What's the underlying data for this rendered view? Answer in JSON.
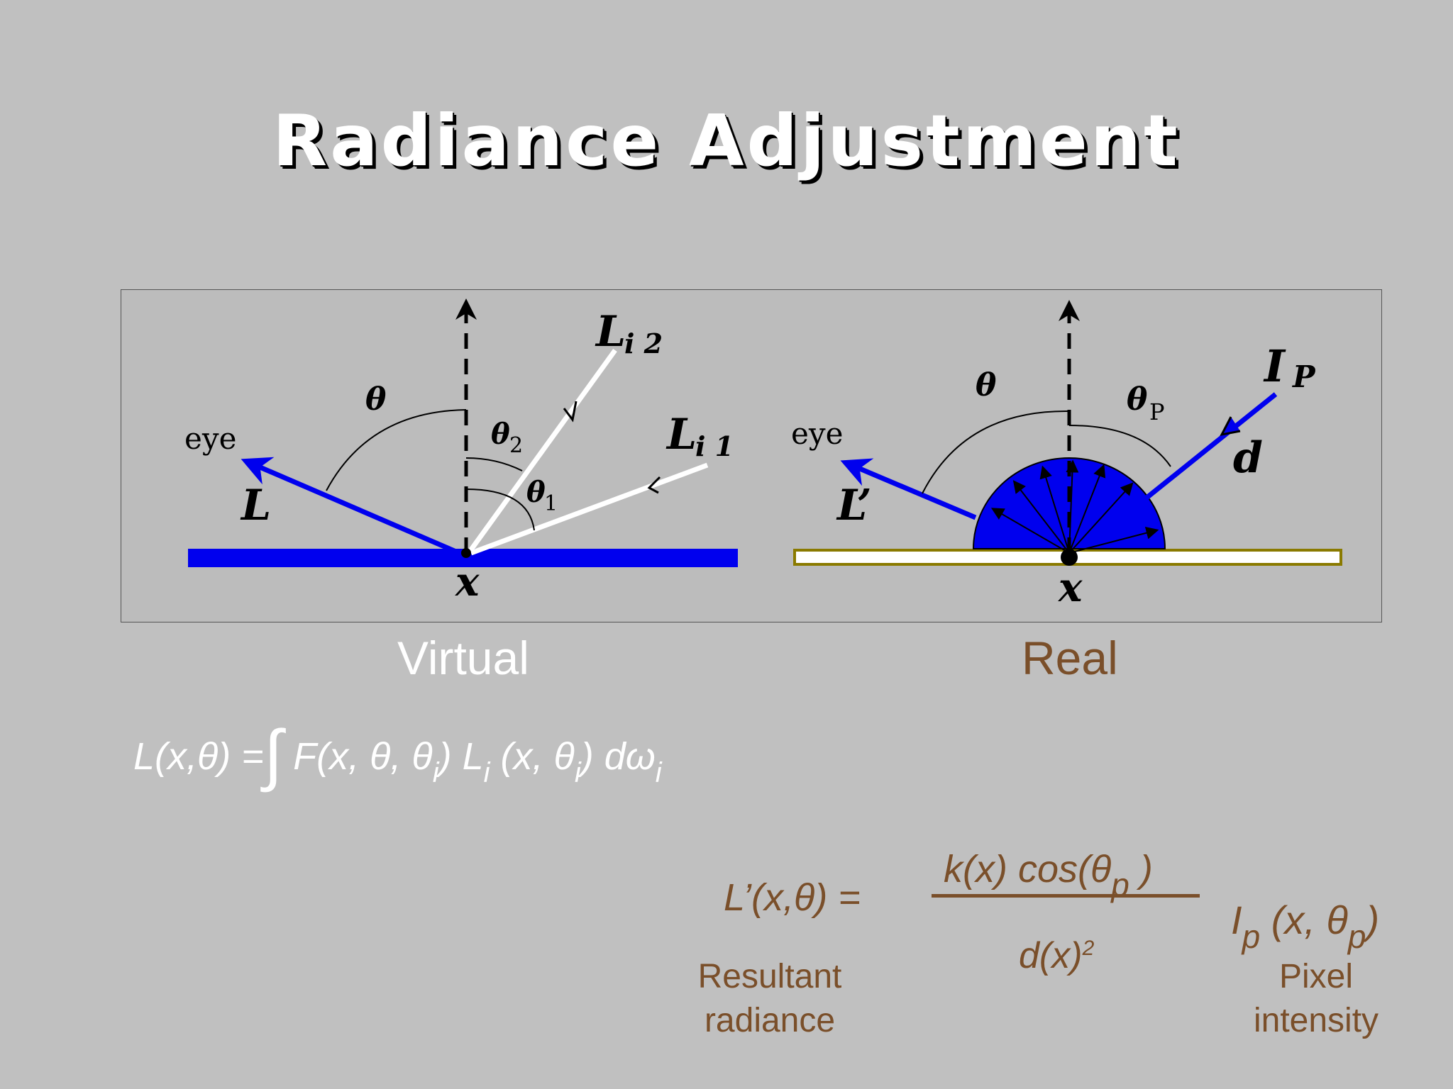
{
  "slide": {
    "title": "Radiance Adjustment"
  },
  "figure": {
    "virtual": {
      "eye_label": "eye",
      "outgoing_label": "L",
      "theta_label": "θ",
      "theta2_label": "θ",
      "theta2_sub": "2",
      "theta1_label": "θ",
      "theta1_sub": "1",
      "li2_label": "L",
      "li2_sub": "i 2",
      "li1_label": "L",
      "li1_sub": "i 1",
      "point_label": "x"
    },
    "real": {
      "eye_label": "eye",
      "outgoing_label": "L’",
      "theta_label": "θ",
      "thetap_label": "θ",
      "thetap_sub": "P",
      "ip_label": "I",
      "ip_sub": "P",
      "d_label": "d",
      "point_label": "x"
    },
    "colors": {
      "background": "#c0c0c0",
      "panel": "#bcbcbc",
      "blue": "#0000ee",
      "surface_real_fill": "#ffffff",
      "surface_real_stroke": "#8a7a00",
      "brown_text": "#7a4f2a"
    }
  },
  "labels": {
    "virtual": "Virtual",
    "real": "Real"
  },
  "equation_virtual": {
    "lhs": "L(x,θ) =",
    "integral": "∫",
    "f_term": " F(x, θ, θ",
    "f_sub": "i",
    "f_close": ") L",
    "l_sub": "i",
    "l_args": " (x, θ",
    "l_args_sub": "i",
    "l_close": ") dω",
    "domega_sub": "i"
  },
  "equation_real": {
    "lhs": "L’(x,θ) =",
    "numerator": "k(x) cos(θ",
    "numerator_sub": "p",
    "numerator_close": " )",
    "denominator": "d(x)",
    "denominator_sup": "2",
    "ip": "I",
    "ip_sub": "p",
    "ip_args": " (x, θ",
    "ip_args_sub": "p",
    "ip_close": ")",
    "caption_resultant": "Resultant radiance",
    "caption_pixel": "Pixel intensity"
  }
}
